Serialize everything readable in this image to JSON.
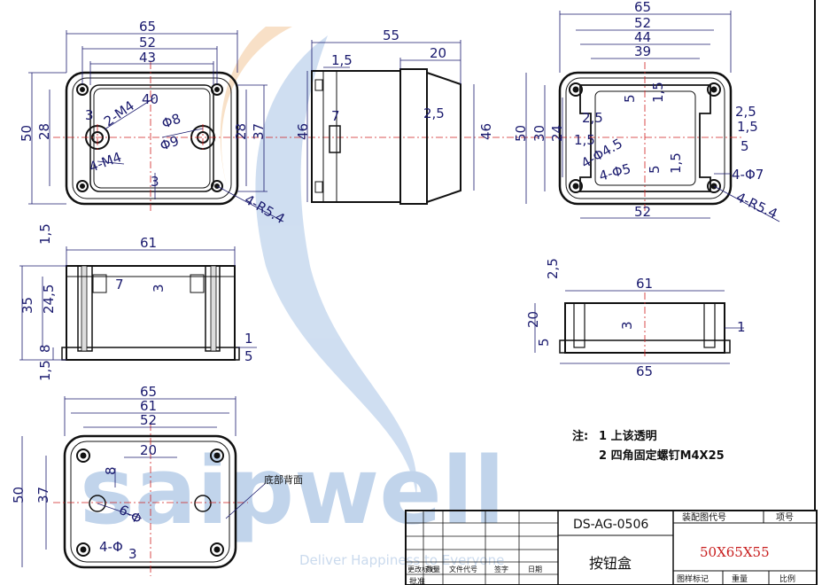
{
  "watermark": {
    "brand": "saipwell",
    "slogan": "Deliver Happiness to Everyone"
  },
  "dims": {
    "front": {
      "w65": "65",
      "w52": "52",
      "w43": "43",
      "h50": "50",
      "h28": "28",
      "h28r": "28",
      "h37": "37",
      "m4a": "2-M4",
      "d40": "40",
      "m4b": "4-M4",
      "phi8": "Φ8",
      "phi9": "Φ9",
      "r54": "4-R5.4",
      "t3a": "3",
      "t3b": "3"
    },
    "side": {
      "w55": "55",
      "w20": "20",
      "w15": "1,5",
      "h46a": "46",
      "h46b": "46",
      "t7": "7",
      "t25": "2,5"
    },
    "back": {
      "w65": "65",
      "w52": "52",
      "w44": "44",
      "w39": "39",
      "h50": "50",
      "h30": "30",
      "h24": "24",
      "t5a": "5",
      "t15a": "1,5",
      "t25a": "2,5",
      "t15b": "1,5",
      "t25b": "2,5",
      "t15c": "1,5",
      "t5b": "5",
      "phi45": "4-Φ4.5",
      "phi5": "4-Φ5",
      "t5c": "5",
      "t15d": "1,5",
      "phi7": "4-Φ7",
      "w52b": "52",
      "r54": "4-R5.4"
    },
    "front_section": {
      "t15a": "1,5",
      "w61": "61",
      "h35": "35",
      "h245": "24,5",
      "t7": "7",
      "t3": "3",
      "t8": "8",
      "t1": "1",
      "t5": "5",
      "t15b": "1,5"
    },
    "lid_section": {
      "t25": "2,5",
      "w61": "61",
      "h20": "20",
      "t3": "3",
      "t5": "5",
      "t1": "1",
      "w65": "65"
    },
    "bottom": {
      "w65": "65",
      "w61": "61",
      "w52": "52",
      "w20": "20",
      "h50": "50",
      "h37": "37",
      "t8": "8",
      "phi6": "6-Φ",
      "phi4": "4-Φ",
      "t3": "3",
      "label": "底部背面"
    }
  },
  "notes": {
    "prefix": "注:",
    "line1": "1 上该透明",
    "line2": "2 四角固定螺钉M4X25"
  },
  "titleblock": {
    "drawing_no": "DS-AG-0506",
    "part_name": "按钮盒",
    "size": "50X65X55",
    "assembly_code": "装配图代号",
    "item_no": "项号",
    "change_mark": "更改标记",
    "quantity": "数量",
    "doc_code": "文件代号",
    "signature": "签字",
    "date": "日期",
    "approve": "批准",
    "sample_mark": "图样标记",
    "weight": "重量",
    "scale": "比例"
  },
  "colors": {
    "line": "#111111",
    "dim": "#1a1a6e",
    "center": "#d02020",
    "wm_blue": "#8fb2dc",
    "wm_orange": "#f3c89a",
    "size_red": "#c81e1e"
  }
}
